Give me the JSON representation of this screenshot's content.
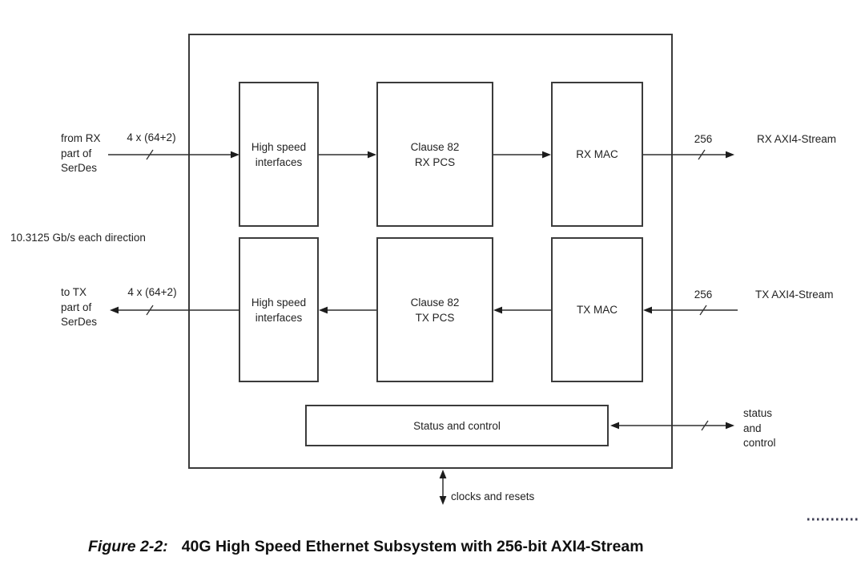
{
  "colors": {
    "line": "#2f2f2f",
    "arrowhead": "#1c1c1c",
    "border": "#3b3b3b",
    "text": "#232323",
    "dotted_rule": "#3c3c52"
  },
  "blocks": {
    "hsi_rx": {
      "line1": "High speed",
      "line2": "interfaces"
    },
    "rx_pcs": {
      "line1": "Clause 82",
      "line2": "RX PCS"
    },
    "rx_mac": {
      "line1": "RX MAC"
    },
    "hsi_tx": {
      "line1": "High speed",
      "line2": "interfaces"
    },
    "tx_pcs": {
      "line1": "Clause 82",
      "line2": "TX PCS"
    },
    "tx_mac": {
      "line1": "TX MAC"
    },
    "status_ctrl": {
      "line1": "Status and control"
    }
  },
  "labels": {
    "from_rx": {
      "line1": "from RX",
      "line2": "part of",
      "line3": "SerDes"
    },
    "bus_width_top": "4 x (64+2)",
    "line_rate": "10.3125 Gb/s each direction",
    "to_tx": {
      "line1": "to TX",
      "line2": "part of",
      "line3": "SerDes"
    },
    "bus_width_bottom": "4 x (64+2)",
    "axi_width_rx": "256",
    "rx_stream": "RX AXI4-Stream",
    "axi_width_tx": "256",
    "tx_stream": "TX AXI4-Stream",
    "status_port": {
      "line1": "status",
      "line2": "and",
      "line3": "control"
    },
    "clocks": "clocks and resets"
  },
  "caption": {
    "label": "Figure 2-2:",
    "title": "40G High Speed Ethernet Subsystem with 256-bit AXI4-Stream"
  }
}
